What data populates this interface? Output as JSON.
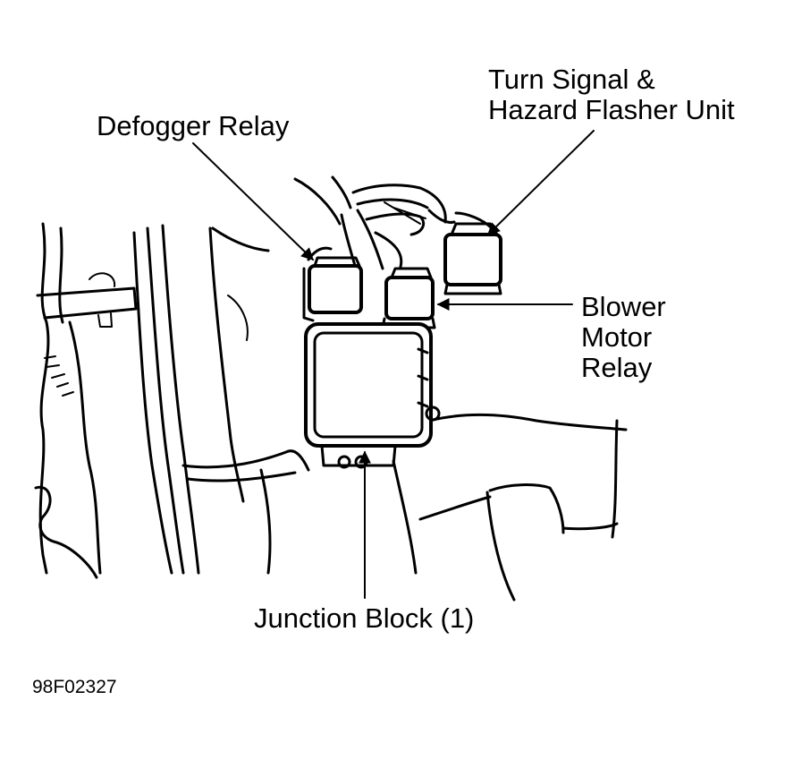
{
  "labels": {
    "turn_signal_line1": "Turn Signal &",
    "turn_signal_line2": "Hazard Flasher Unit",
    "defogger": "Defogger Relay",
    "blower_line1": "Blower",
    "blower_line2": "Motor",
    "blower_line3": "Relay",
    "junction_block": "Junction Block (1)"
  },
  "figure_id": "98F02327"
}
